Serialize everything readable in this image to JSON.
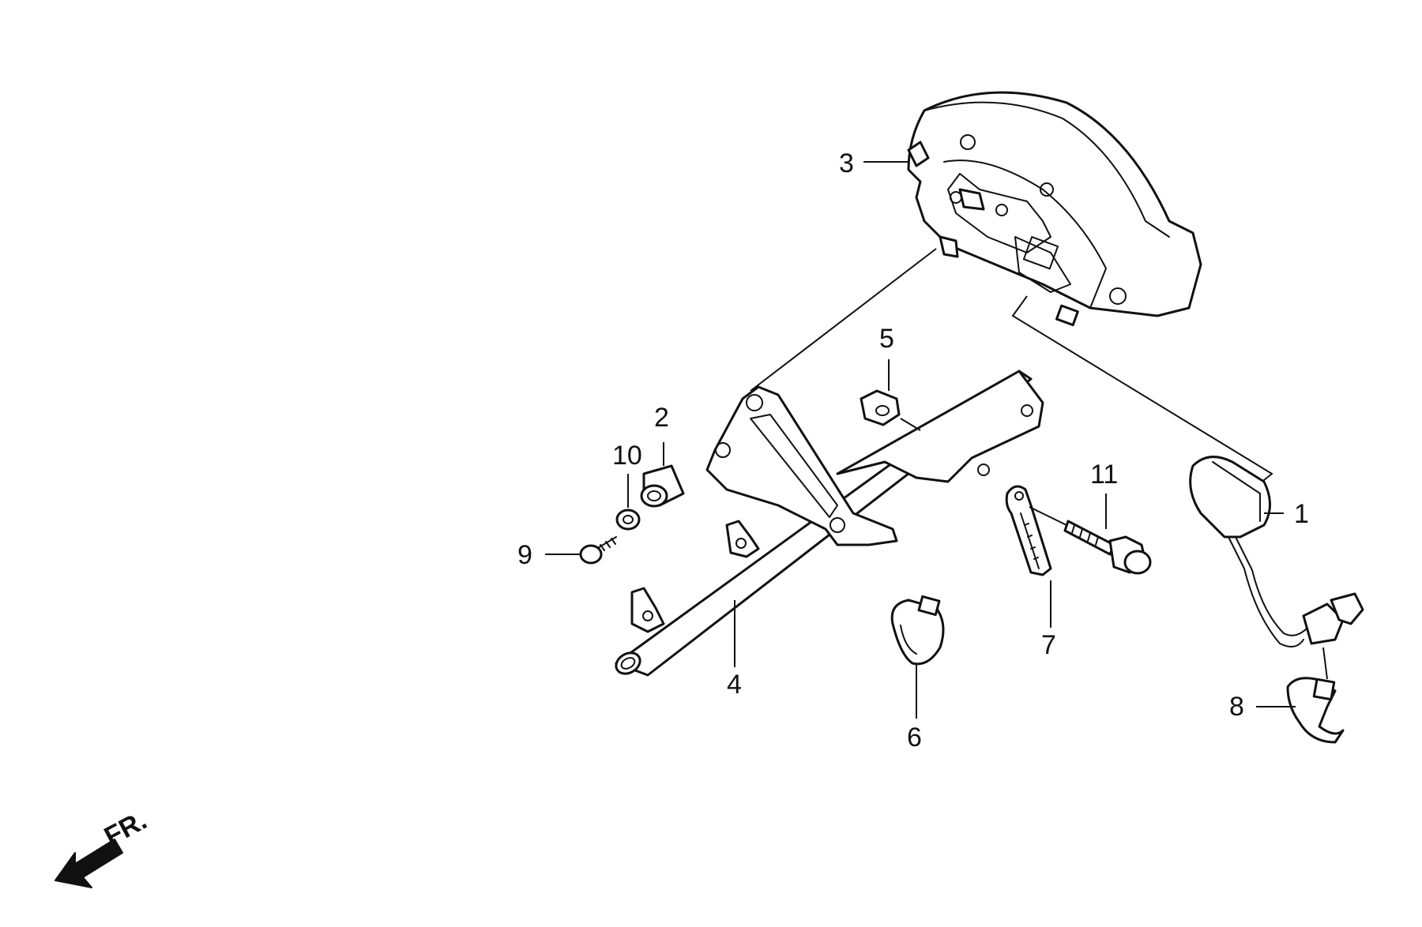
{
  "diagram": {
    "callouts": [
      {
        "id": "1",
        "label": "1"
      },
      {
        "id": "2",
        "label": "2"
      },
      {
        "id": "3",
        "label": "3"
      },
      {
        "id": "4",
        "label": "4"
      },
      {
        "id": "5",
        "label": "5"
      },
      {
        "id": "6",
        "label": "6"
      },
      {
        "id": "7",
        "label": "7"
      },
      {
        "id": "8",
        "label": "8"
      },
      {
        "id": "9",
        "label": "9"
      },
      {
        "id": "10",
        "label": "10"
      },
      {
        "id": "11",
        "label": "11"
      }
    ],
    "direction_indicator": {
      "label": "FR."
    },
    "colors": {
      "line": "#111111",
      "background": "#ffffff"
    }
  }
}
